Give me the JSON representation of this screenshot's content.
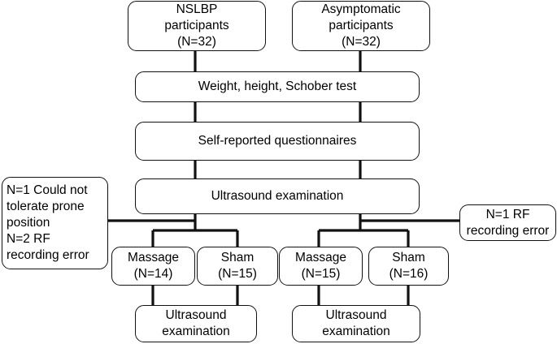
{
  "boxes": {
    "nslbp": [
      "NSLBP",
      "participants",
      "(N=32)"
    ],
    "asymptomatic": [
      "Asymptomatic",
      "participants",
      "(N=32)"
    ],
    "measures": [
      "Weight, height, Schober test"
    ],
    "questionnaires": [
      "Self-reported questionnaires"
    ],
    "ultrasound_1": [
      "Ultrasound examination"
    ],
    "exclusion_left": [
      "N=1 Could not",
      "tolerate prone",
      "position",
      "N=2 RF",
      "recording error"
    ],
    "exclusion_right": [
      "N=1 RF",
      "recording error"
    ],
    "massage_left": [
      "Massage",
      "(N=14)"
    ],
    "sham_left": [
      "Sham",
      "(N=15)"
    ],
    "massage_right": [
      "Massage",
      "(N=15)"
    ],
    "sham_right": [
      "Sham",
      "(N=16)"
    ],
    "ultrasound_left": [
      "Ultrasound",
      "examination"
    ],
    "ultrasound_right": [
      "Ultrasound",
      "examination"
    ]
  }
}
